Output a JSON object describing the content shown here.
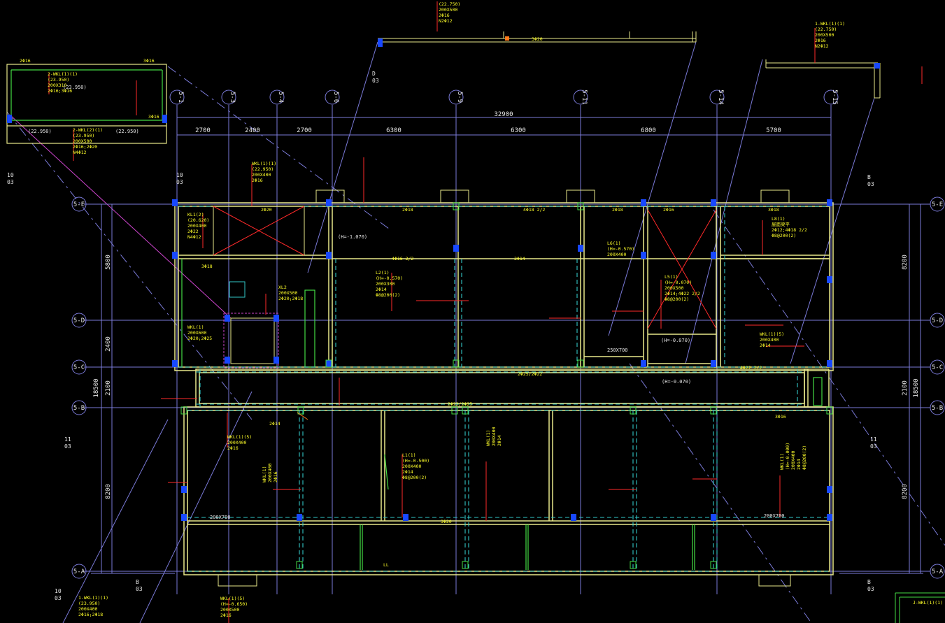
{
  "colors": {
    "background": "#000000",
    "grid": "#7a7ad8",
    "wall": "#e8e88a",
    "beam_dash": "#32c8c8",
    "green_wall": "#44dd44",
    "column": "#1848ff",
    "annotation_yellow": "#ffff2a",
    "annotation_red": "#ff2a2a",
    "dim_text": "#e6e6e6",
    "hatch": "#cc44cc"
  },
  "axis_labels_top": [
    "5-1",
    "5-3",
    "5-4",
    "5-6",
    "5-9",
    "5-11",
    "5-14",
    "5-15"
  ],
  "axis_labels_side": [
    "5-E",
    "5-D",
    "5-C",
    "5-B",
    "5-A"
  ],
  "dimensions": {
    "total": "32900",
    "spans": [
      "2700",
      "2400",
      "2700",
      "6300",
      "6300",
      "6800",
      "5700"
    ],
    "right": [
      "8200",
      "2100",
      "8200"
    ],
    "right_total": "18500",
    "left": [
      "5800",
      "2400",
      "2100",
      "8200"
    ],
    "left_total": "18500"
  },
  "section_marks": [
    {
      "top": "10",
      "bottom": "03"
    },
    {
      "top": "10",
      "bottom": "03"
    },
    {
      "top": "11",
      "bottom": "03"
    },
    {
      "top": "11",
      "bottom": "03"
    },
    {
      "top": "10",
      "bottom": "03"
    },
    {
      "top": "B",
      "bottom": "03"
    },
    {
      "top": "B",
      "bottom": "03"
    },
    {
      "top": "B",
      "bottom": "03"
    },
    {
      "top": "D",
      "bottom": "03"
    }
  ],
  "beam_labels": [
    {
      "lines": [
        "(22.750)",
        "200X500",
        "2Φ16",
        "N2Φ12"
      ]
    },
    {
      "lines": [
        "2-WKL(1)(1)",
        "(23.950)",
        "200X310",
        "2Φ16;3Φ16"
      ]
    },
    {
      "lines": [
        "2-WKL(2)(1)",
        "(23.950)",
        "200X500",
        "2Φ16;2Φ20",
        "N4Φ12"
      ]
    },
    {
      "lines": [
        "1-WKL(1)(1)",
        "(22.750)",
        "200X500",
        "2Φ16",
        "N2Φ12"
      ]
    },
    {
      "lines": [
        "WKL(1)(1)",
        "(22.950)",
        "200X400",
        "2Φ16"
      ]
    },
    {
      "lines": [
        "KL1(2)",
        "(20.620)",
        "200X400",
        "2Φ22",
        "N4Φ12"
      ]
    },
    {
      "lines": [
        "XL2",
        "200X500",
        "2Φ20;2Φ18"
      ]
    },
    {
      "lines": [
        "L2(1)",
        "(H=-0.570)",
        "200X300",
        "2Φ14",
        "Φ8@200(2)"
      ]
    },
    {
      "lines": [
        "WKL(1)",
        "200X600",
        "2Φ20;2Φ25"
      ]
    },
    {
      "lines": [
        "L6(1)",
        "(H=-0.570)",
        "200X400"
      ]
    },
    {
      "lines": [
        "L5(1)",
        "(H=-0.070)",
        "200X500",
        "2Φ14;4Φ22 2/2",
        "Φ8@200(2)"
      ]
    },
    {
      "lines": [
        "L8(1)",
        "屋面梁平",
        "2Φ12;4Φ18 2/2",
        "Φ8@200(2)"
      ]
    },
    {
      "lines": [
        "WKL(1)(5)",
        "200X400",
        "2Φ14"
      ]
    },
    {
      "lines": [
        "WKL(1)(5)",
        "200X400",
        "2Φ16"
      ]
    },
    {
      "lines": [
        "L1(1)",
        "(H=-0.500)",
        "200X400",
        "2Φ14",
        "Φ8@200(2)"
      ]
    },
    {
      "lines": [
        "WKL(1)",
        "200X400",
        "2Φ14"
      ]
    },
    {
      "lines": [
        "WKL(1)",
        "200X400",
        "2Φ16"
      ]
    },
    {
      "lines": [
        "WKL(1)",
        "(H=-0.000)",
        "200X400",
        "2Φ14",
        "Φ8@200(2)"
      ]
    },
    {
      "lines": [
        "1-WKL(1)(1)",
        "(23.950)",
        "200X400",
        "2Φ16;2Φ18"
      ]
    },
    {
      "lines": [
        "WKL(1)(5)",
        "(H=-0.650)",
        "200X500",
        "2Φ16"
      ]
    },
    {
      "lines": [
        "J-WKL(1)(1)"
      ]
    }
  ],
  "level_tags": [
    "(22.950)",
    "(22.950)",
    "(23.950)",
    "(H=-0.070)",
    "(H=-0.070)",
    "(H=-1.070)",
    "250X700",
    "200X700",
    "200X700"
  ],
  "rebar_tags": [
    "2Φ16",
    "3Φ16",
    "3Φ16",
    "2Φ20",
    "2Φ18",
    "4Φ18 2/2",
    "2Φ18",
    "2Φ16",
    "3Φ18",
    "3Φ20",
    "4Φ16 2/2",
    "2Φ14",
    "3Φ18",
    "4Φ22 2/2",
    "2Φ25/2Φ22",
    "2Φ22/2Φ25",
    "2Φ14",
    "3Φ16",
    "3Φ20",
    "LL"
  ]
}
